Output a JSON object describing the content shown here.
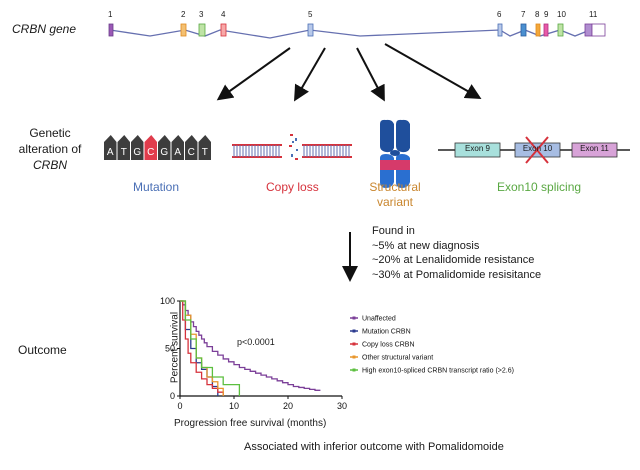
{
  "gene": {
    "label": "CRBN gene",
    "exon_numbers": [
      "1",
      "2",
      "3",
      "4",
      "5",
      "6",
      "7",
      "8",
      "9",
      "10",
      "11"
    ]
  },
  "genetic_alteration": {
    "label_line1": "Genetic",
    "label_line2": "alteration of",
    "label_line3": "CRBN"
  },
  "sequence_letters": [
    "A",
    "T",
    "G",
    "C",
    "G",
    "A",
    "C",
    "T"
  ],
  "categories": {
    "mutation": "Mutation",
    "copy_loss": "Copy loss",
    "structural_line1": "Structural",
    "structural_line2": "variant",
    "exon10_splicing": "Exon10 splicing"
  },
  "exon_boxes": {
    "exon9": "Exon 9",
    "exon10": "Exon 10",
    "exon11": "Exon 11"
  },
  "findings": {
    "line1": "Found in",
    "line2": "~5% at new diagnosis",
    "line3": "~20% at Lenalidomide resistance",
    "line4": "~30% at Pomalidomide resisitance"
  },
  "outcome": {
    "label": "Outcome"
  },
  "footer": "Associated with inferior outcome with Pomalidomoide",
  "colors": {
    "gene_line": "#6670b0",
    "mutation": "#4a6fb5",
    "copy_loss": "#d6323c",
    "structural": "#c9862e",
    "splicing": "#5aa843",
    "unaffected": "#7b3f98",
    "mutation_crbn": "#2b3a8f",
    "copy_loss_crbn": "#d6323c",
    "other_structural": "#e8962b",
    "high_exon10": "#5cbf3f"
  },
  "chart_data": {
    "type": "line",
    "xlabel": "Progression free survival (months)",
    "ylabel": "Percent survival",
    "xlim": [
      0,
      30
    ],
    "ylim": [
      0,
      100
    ],
    "xticks": [
      0,
      10,
      20,
      30
    ],
    "yticks": [
      0,
      50,
      100
    ],
    "annotation": "p<0.0001",
    "legend_position": "right",
    "series": [
      {
        "name": "Unaffected",
        "color": "#7b3f98",
        "x": [
          0,
          0.5,
          1,
          1.5,
          2,
          2.5,
          3,
          3.5,
          4,
          4.5,
          5,
          6,
          7,
          8,
          9,
          10,
          11,
          12,
          13,
          14,
          15,
          16,
          17,
          18,
          19,
          20,
          21,
          22,
          23,
          24,
          25,
          26
        ],
        "y": [
          100,
          96,
          90,
          85,
          78,
          73,
          68,
          64,
          60,
          56,
          52,
          47,
          43,
          39,
          36,
          33,
          30,
          28,
          26,
          24,
          22,
          20,
          18,
          16,
          14,
          12,
          10,
          9,
          8,
          7,
          6,
          6
        ]
      },
      {
        "name": "Mutation CRBN",
        "color": "#2b3a8f",
        "x": [
          0,
          1,
          2,
          3,
          4,
          5,
          6,
          7
        ],
        "y": [
          100,
          70,
          50,
          35,
          28,
          20,
          10,
          0
        ]
      },
      {
        "name": "Copy loss CRBN",
        "color": "#d6323c",
        "x": [
          0,
          0.5,
          1,
          1.5,
          2,
          3,
          4,
          5,
          6,
          7,
          8
        ],
        "y": [
          100,
          80,
          60,
          45,
          35,
          25,
          18,
          12,
          8,
          4,
          0
        ]
      },
      {
        "name": "Other structural variant",
        "color": "#e8962b",
        "x": [
          0,
          1,
          2,
          3,
          4,
          5,
          6,
          7,
          8
        ],
        "y": [
          100,
          85,
          65,
          40,
          30,
          20,
          15,
          8,
          0
        ]
      },
      {
        "name": "High exon10-spliced CRBN transcript ratio (>2.6)",
        "color": "#5cbf3f",
        "x": [
          0,
          1,
          2,
          3,
          4,
          6,
          8,
          10,
          11
        ],
        "y": [
          100,
          80,
          60,
          40,
          30,
          20,
          12,
          12,
          0
        ]
      }
    ]
  }
}
